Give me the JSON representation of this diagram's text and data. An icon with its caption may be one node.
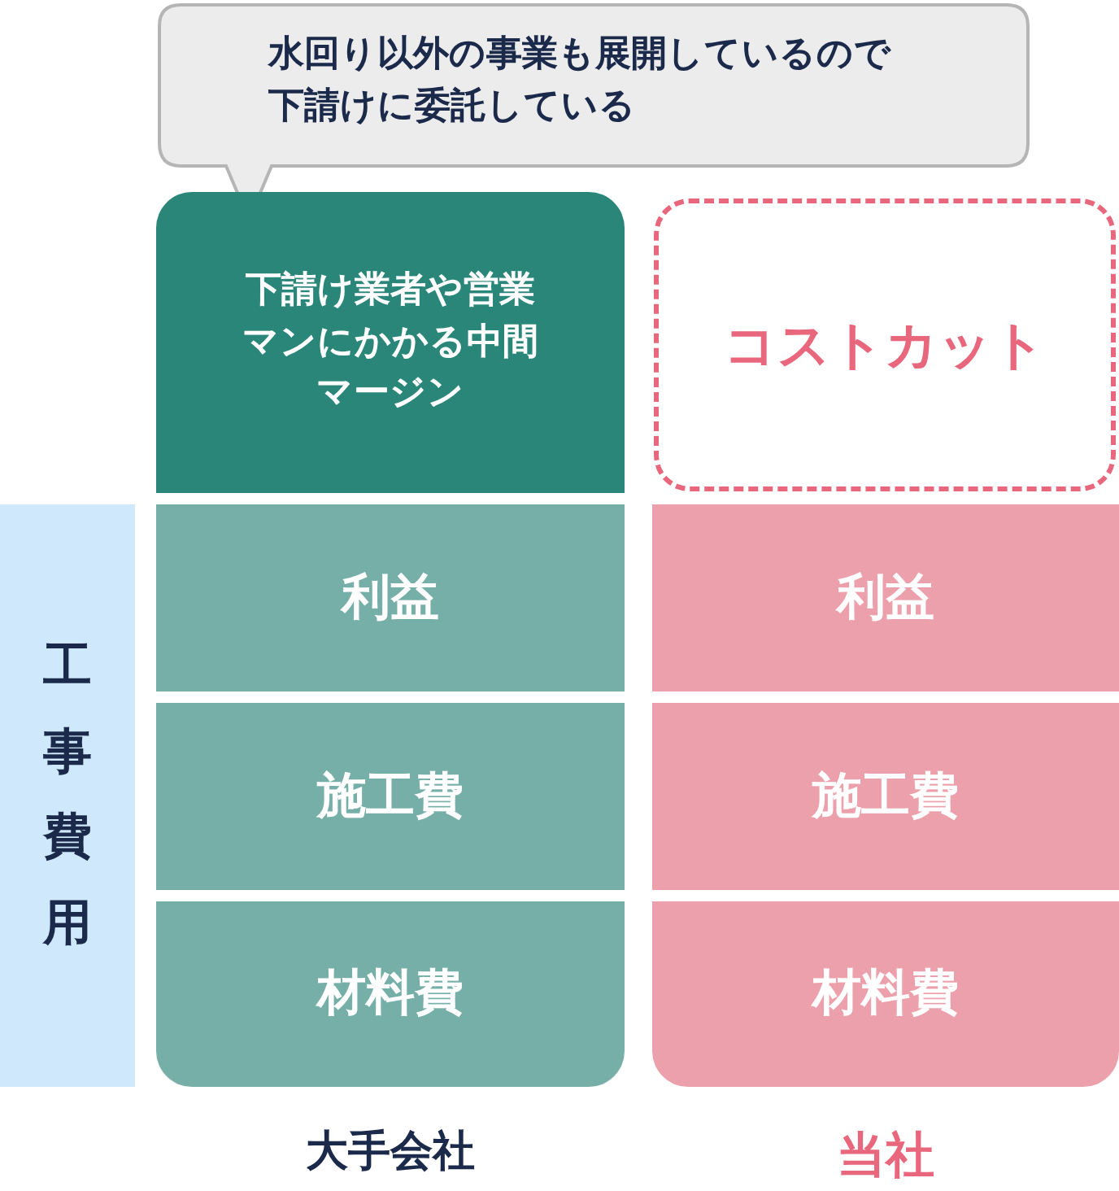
{
  "diagram": {
    "nodes": [
      {
        "text": [
          "水回り以外の事業も展開しているので下請けに委託している"
        ]
      },
      {
        "text": [
          "下請け業者や営業マンにかかる中間マージン"
        ]
      },
      {
        "text": [
          "コストカット"
        ]
      },
      {
        "text": [
          "工事費用"
        ]
      },
      {
        "text": [
          "利益"
        ]
      },
      {
        "text": [
          "利益"
        ]
      },
      {
        "text": [
          "施工費"
        ]
      },
      {
        "text": [
          "施工費"
        ]
      },
      {
        "text": [
          "材料費"
        ]
      },
      {
        "text": [
          "材料費"
        ]
      }
    ],
    "edges": [],
    "labels": [
      "大手会社",
      "当社"
    ]
  }
}
